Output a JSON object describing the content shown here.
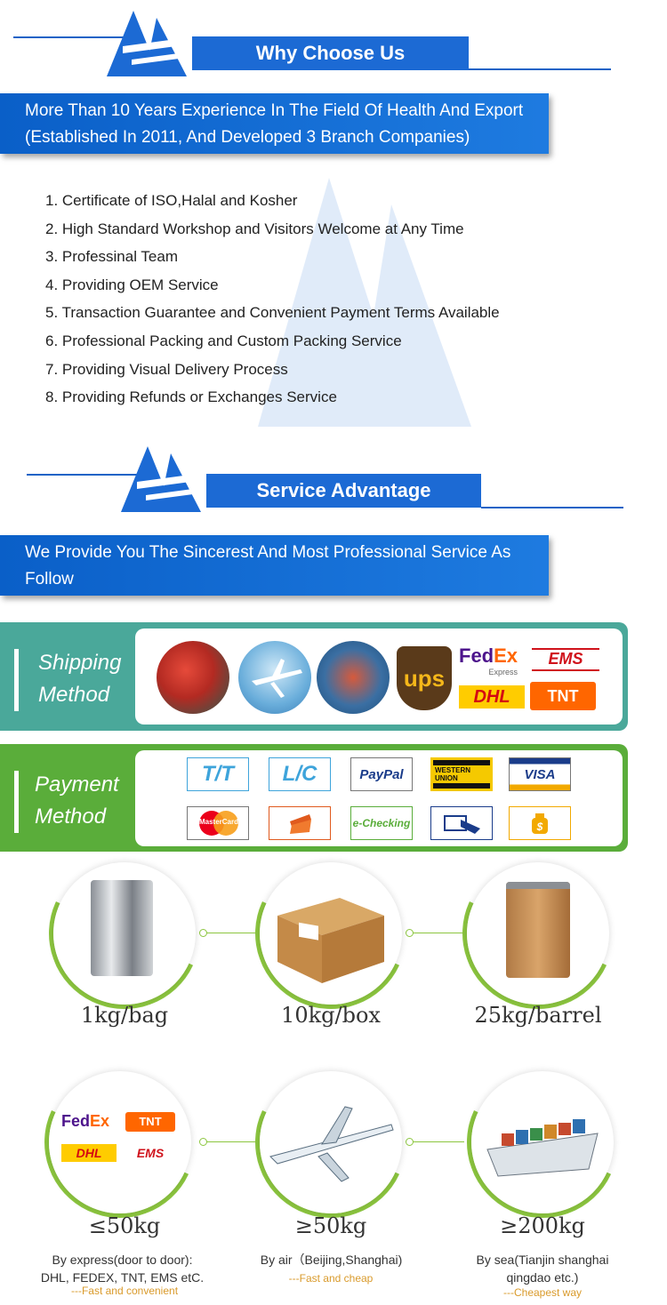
{
  "why": {
    "title": "Why Choose Us",
    "intro_line1": "More Than 10 Years Experience In The Field Of Health And Export",
    "intro_line2": "(Established In 2011, And Developed 3 Branch Companies)",
    "items": [
      "1. Certificate of ISO,Halal and Kosher",
      "2. High Standard Workshop and Visitors Welcome at Any Time",
      "3. Professinal Team",
      "4. Providing OEM Service",
      "5. Transaction Guarantee and Convenient Payment Terms Available",
      "6. Professional Packing and Custom Packing Service",
      "7. Providing Visual Delivery Process",
      "8. Providing Refunds or Exchanges Service"
    ]
  },
  "service": {
    "title": "Service Advantage",
    "intro_line1": "We Provide You The Sincerest And Most Professional Service As",
    "intro_line2": "Follow"
  },
  "shipping": {
    "label_line1": "Shipping",
    "label_line2": "Method",
    "brands": {
      "fedex": "FedEx",
      "fedex_sub": "Express",
      "ems": "EMS",
      "ups": "ups",
      "dhl": "DHL",
      "tnt": "TNT"
    }
  },
  "payment": {
    "label_line1": "Payment",
    "label_line2": "Method",
    "badges": [
      "T/T",
      "L/C",
      "PayPal",
      "WESTERN UNION",
      "VISA",
      "MasterCard",
      "",
      "e-Checking",
      "",
      ""
    ]
  },
  "packaging": {
    "items": [
      "1kg/bag",
      "10kg/box",
      "25kg/barrel"
    ]
  },
  "delivery": {
    "items": [
      {
        "weight": "≤50kg",
        "desc1": "By express(door to door):",
        "desc2": "DHL, FEDEX, TNT, EMS etC.",
        "note": "---Fast and convenient"
      },
      {
        "weight": "≥50kg",
        "desc1": "By air（Beijing,Shanghai)",
        "desc2": "",
        "note": "---Fast and cheap"
      },
      {
        "weight": "≥200kg",
        "desc1": "By sea(Tianjin shanghai",
        "desc2": "qingdao etc.)",
        "note": "---Cheapest way"
      }
    ]
  },
  "colors": {
    "blue": "#1c6ad4",
    "teal": "#4aa89a",
    "green": "#5aad3a",
    "lime": "#8cc63f"
  }
}
